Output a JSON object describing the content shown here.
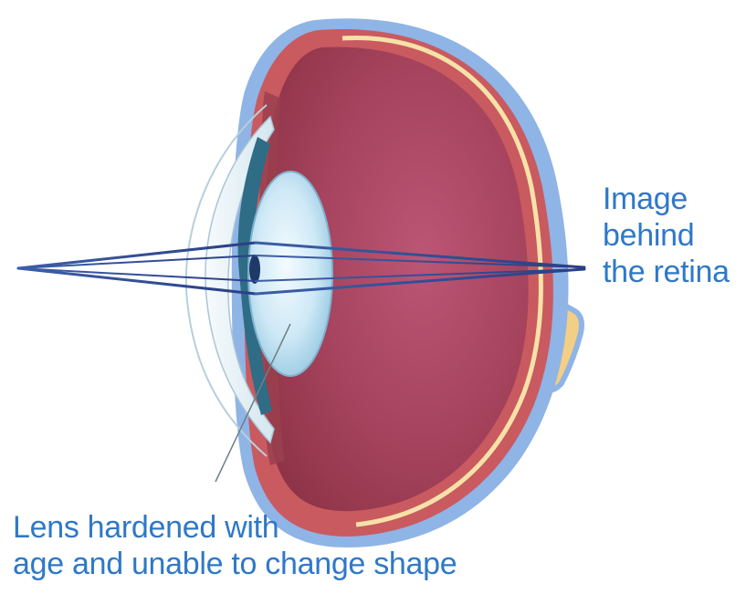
{
  "annotations": {
    "image_label": [
      "Image",
      "behind",
      "the retina"
    ],
    "lens_label": [
      "Lens hardened with",
      "age and unable to change shape"
    ]
  },
  "colors": {
    "label_text": "#2f78c8",
    "sclera": "#8fb4e6",
    "choroid": "#c95a60",
    "vitreous": "#a8405a",
    "retina_line": "#f6e2a8",
    "optic_nerve": "#f3cf86",
    "cornea": "#d7e9f2",
    "lens": "#c9e6f3",
    "iris": "#2f6c86",
    "light_rays": "#2d4c8f"
  }
}
